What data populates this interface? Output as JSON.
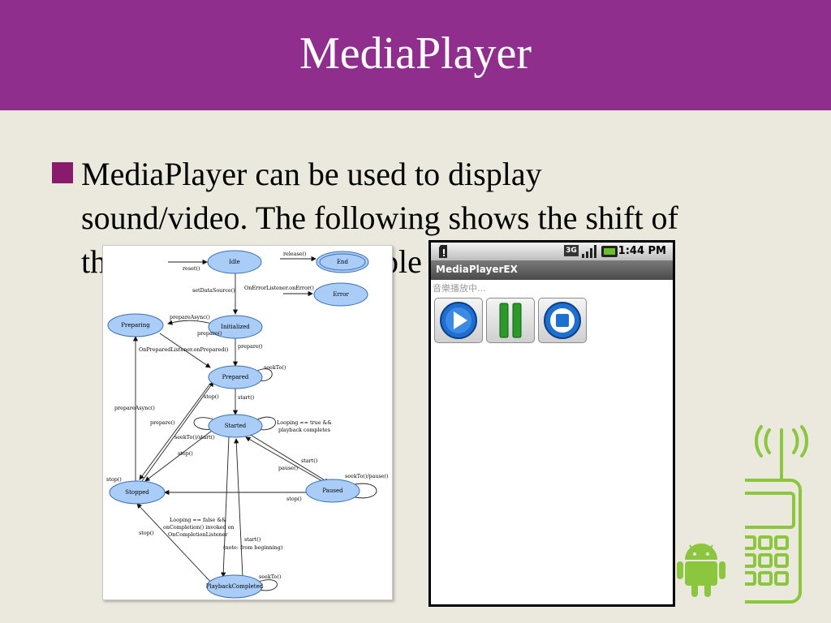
{
  "slide": {
    "title": "MediaPlayer",
    "bullet_text": "MediaPlayer can be used to display\nsound/video. The following shows the shift of\nthe states and the example and the"
  },
  "colors": {
    "title_bar": "#902e8e",
    "background": "#ebe8de",
    "bullet": "#8a1a6e",
    "state_fill": "#a9cdf7",
    "android_green": "#8cc63f"
  },
  "diagram": {
    "states": {
      "idle": "Idle",
      "end": "End",
      "error": "Error",
      "preparing": "Preparing",
      "initialized": "Initialized",
      "prepared": "Prepared",
      "started": "Started",
      "stopped": "Stopped",
      "paused": "Paused",
      "playback_completed": "PlaybackCompleted"
    },
    "transitions": {
      "reset": "reset()",
      "release": "release()",
      "set_data_source": "setDataSource()",
      "on_error": "OnErrorListener.onError()",
      "prepare_async_1": "prepareAsync()",
      "prepare_1": "prepare()",
      "on_prepared": "OnPreparedListener.onPrepared()",
      "seek_to_1": "seekTo()",
      "stop_1": "stop()",
      "start_1": "start()",
      "prepare_async_2": "prepareAsync()",
      "prepare_2": "prepare()",
      "looping_true_1": "Looping == true &&",
      "looping_true_2": "playback completes",
      "seek_to_start": "seekTo()/start()",
      "stop_2": "stop()",
      "start_2": "start()",
      "pause": "pause()",
      "stop_3": "stop()",
      "seek_to_pause": "seekTo()/pause()",
      "stop_4": "stop()",
      "looping_false_1": "Looping == false &&",
      "looping_false_2": "onCompletion() invoked on",
      "looping_false_3": "OnCompletionListener",
      "stop_5": "stop()",
      "start_3": "start()",
      "start_note": "(note: from beginning)",
      "seek_to_2": "seekTo()"
    }
  },
  "phone": {
    "status_time": "1:44 PM",
    "network_badge": "3G",
    "app_title": "MediaPlayerEX",
    "status_message": "音樂播放中...",
    "buttons": [
      {
        "name": "play",
        "icon": "play-icon"
      },
      {
        "name": "pause",
        "icon": "pause-icon"
      },
      {
        "name": "stop",
        "icon": "stop-icon"
      }
    ]
  },
  "decor": {
    "android_robot_icon": "android-robot-icon",
    "cellphone_icon": "cellphone-signal-icon"
  }
}
